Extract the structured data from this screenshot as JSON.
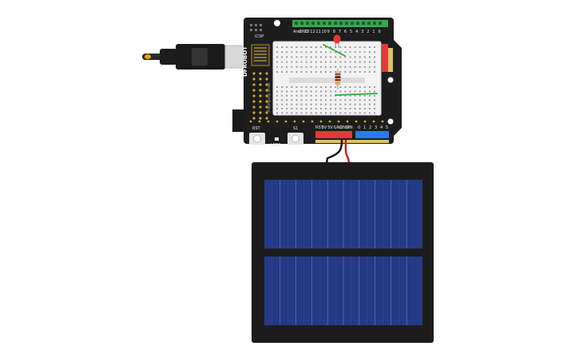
{
  "board": {
    "brand": "DFROBOT",
    "shield_label": "Prototyping Shield",
    "button_rst": "RST",
    "button_s1": "S1",
    "label_icsp": "ICSP",
    "label_led1": "LED1",
    "power_header_labels": [
      "RST",
      "3V",
      "5V",
      "GND",
      "GND",
      "VIN"
    ],
    "digital_header_labels": [
      "Aref",
      "GND",
      "13",
      "12",
      "11",
      "10",
      "9",
      "8",
      "7",
      "6",
      "5",
      "4",
      "3",
      "2",
      "1",
      "0"
    ],
    "analog_header_labels": [
      "0",
      "1",
      "2",
      "3",
      "4",
      "5"
    ]
  },
  "components": {
    "usb_cable": "usb-b-cable",
    "led_color": "#e53935",
    "resistor_bands": [
      "#8b4513",
      "#000000",
      "#cc0000",
      "#d4af37"
    ],
    "wire_color": "#2eaa3c",
    "solar_cell_color": "#2a3f8f",
    "power_wire_red": "#d11a1a",
    "power_wire_black": "#111111"
  }
}
